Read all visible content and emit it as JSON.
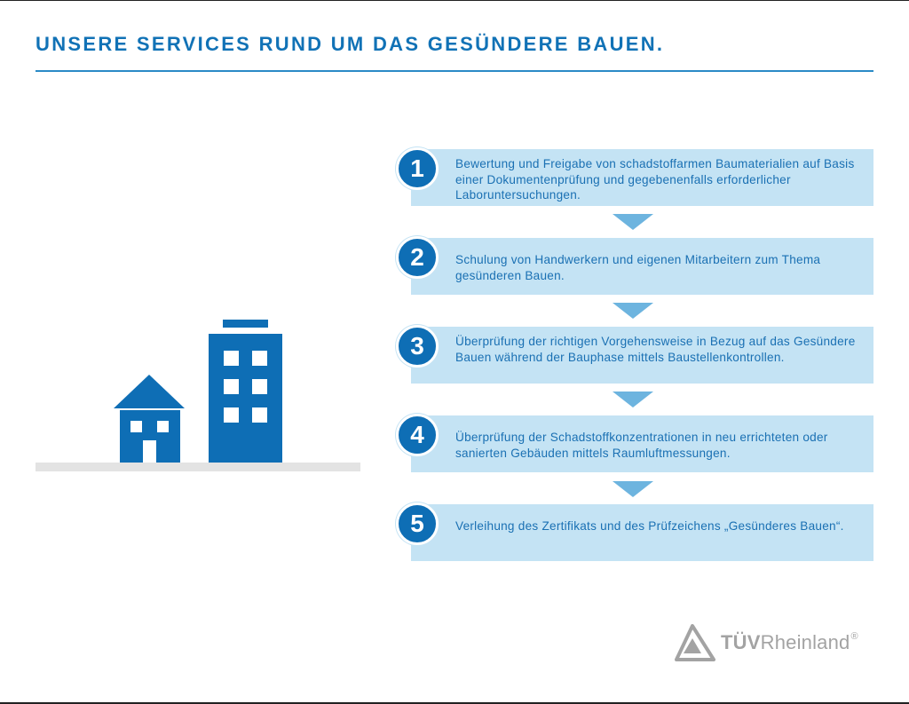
{
  "title": "UNSERE SERVICES RUND UM DAS GESÜNDERE BAUEN.",
  "steps": [
    {
      "number": "1",
      "text": "Bewertung und Freigabe von schadstoffarmen Baumaterialien auf Basis einer Dokumentenprüfung und gegebenenfalls erforderlicher Laboruntersuchungen."
    },
    {
      "number": "2",
      "text": "Schulung von Handwerkern und eigenen Mitarbeitern zum Thema gesünderen Bauen."
    },
    {
      "number": "3",
      "text": "Überprüfung der richtigen Vorgehensweise in Bezug auf das Gesündere Bauen während der Bauphase mittels Baustellenkontrollen."
    },
    {
      "number": "4",
      "text": "Überprüfung der Schadstoffkonzentrationen in neu errichteten oder sanierten Gebäuden mittels Raumluftmessungen."
    },
    {
      "number": "5",
      "text": "Verleihung des Zertifikats und des Prüfzeichens „Gesünderes Bauen“."
    }
  ],
  "logo": {
    "brand_bold": "TÜV",
    "brand_rest": "Rheinland",
    "registered": "®"
  },
  "colors": {
    "primary": "#0e6eb5",
    "box": "#c4e3f4",
    "arrow": "#6db4df",
    "ground": "#e3e3e3",
    "logo": "#a3a3a3"
  },
  "icons": [
    "house-icon",
    "office-building-icon",
    "tuv-triangle-logo-icon"
  ]
}
